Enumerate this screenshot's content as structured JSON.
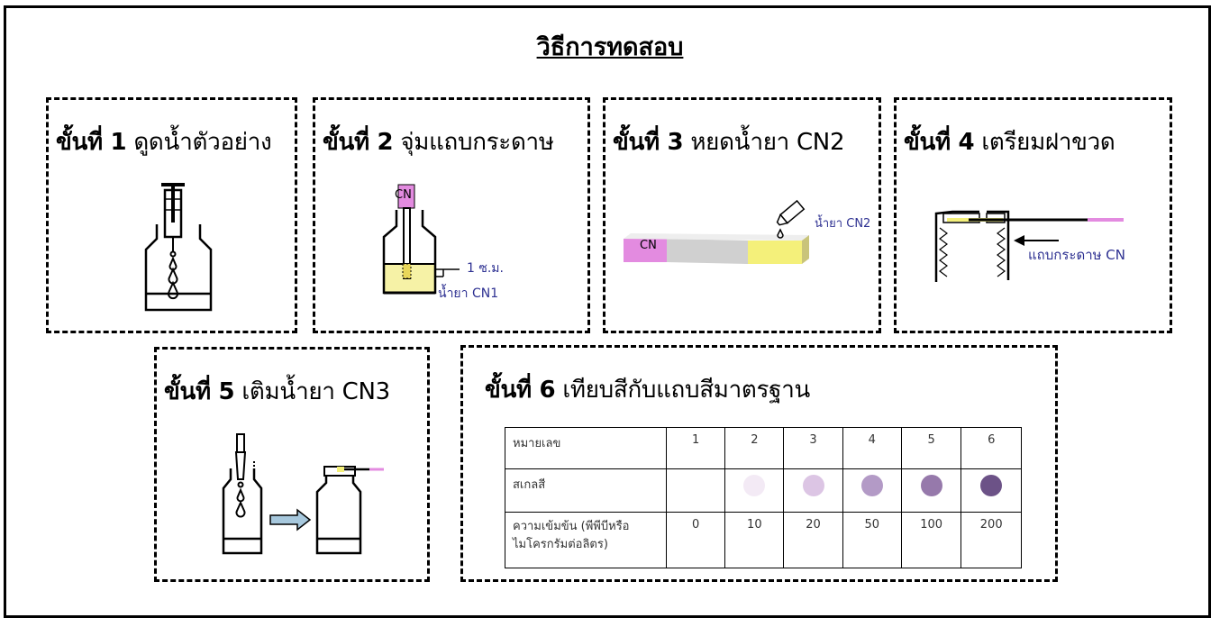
{
  "title": "วิธีการทดสอบ",
  "steps": [
    {
      "num": "ขั้นที่ 1",
      "text": "ดูดน้ำตัวอย่าง"
    },
    {
      "num": "ขั้นที่ 2",
      "text": "จุ่มแถบกระดาษ"
    },
    {
      "num": "ขั้นที่ 3",
      "text": "หยดน้ำยา CN2"
    },
    {
      "num": "ขั้นที่ 4",
      "text": "เตรียมฝาขวด"
    },
    {
      "num": "ขั้นที่ 5",
      "text": "เติมน้ำยา CN3"
    },
    {
      "num": "ขั้นที่ 6",
      "text": "เทียบสีกับแถบสีมาตรฐาน"
    }
  ],
  "labels": {
    "strip_cn": "CN",
    "one_cm": "1 ซ.ม.",
    "reagent_cn1": "น้ำยา CN1",
    "strip_cn_step3": "CN",
    "reagent_cn2": "น้ำยา CN2",
    "paper_strip_cn": "แถบกระดาษ CN"
  },
  "table": {
    "row_number_label": "หมายเลข",
    "row_color_label": "สเกลสี",
    "row_conc_label": "ความเข้มข้น (พีพีบีหรือ ไมโครกรัมต่อลิตร)",
    "numbers": [
      "1",
      "2",
      "3",
      "4",
      "5",
      "6"
    ],
    "concentrations": [
      "0",
      "10",
      "20",
      "50",
      "100",
      "200"
    ],
    "colors": [
      "",
      "#f3eaf5",
      "#dcc5e4",
      "#b39ac6",
      "#9679ab",
      "#6c5287"
    ]
  },
  "colors": {
    "strip_pink": "#e38be0",
    "reagent_yellow": "#f6f2a6",
    "strip_yellow": "#f4f07a",
    "label_blue": "#2e3192",
    "arrow_blue": "#a7c8dd"
  }
}
